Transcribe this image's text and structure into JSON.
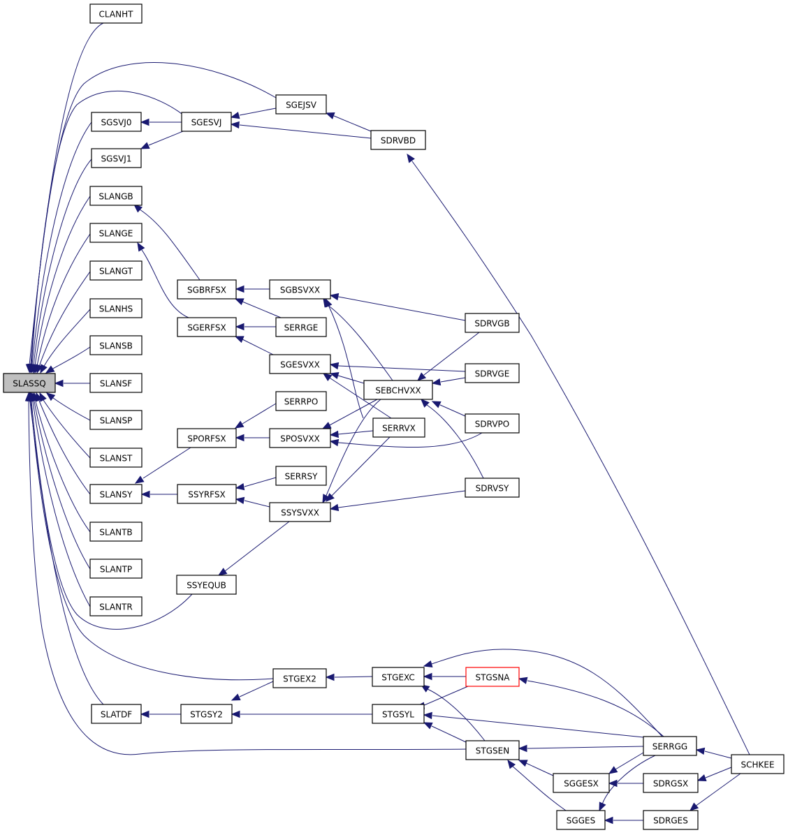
{
  "graph": {
    "root": "SLASSQ",
    "arrow_color": "#191970",
    "root_fill": "#bfbfbf",
    "highlight_stroke": "#ff0000",
    "nodes": [
      {
        "id": "SLASSQ",
        "label": "SLASSQ",
        "root": true
      },
      {
        "id": "CLANHT",
        "label": "CLANHT"
      },
      {
        "id": "SGEJSV",
        "label": "SGEJSV"
      },
      {
        "id": "SGESVJ",
        "label": "SGESVJ"
      },
      {
        "id": "SGSVJ0",
        "label": "SGSVJ0"
      },
      {
        "id": "SGSVJ1",
        "label": "SGSVJ1"
      },
      {
        "id": "SDRVBD",
        "label": "SDRVBD"
      },
      {
        "id": "SLANGB",
        "label": "SLANGB"
      },
      {
        "id": "SLANGE",
        "label": "SLANGE"
      },
      {
        "id": "SLANGT",
        "label": "SLANGT"
      },
      {
        "id": "SLANHS",
        "label": "SLANHS"
      },
      {
        "id": "SLANSB",
        "label": "SLANSB"
      },
      {
        "id": "SLANSF",
        "label": "SLANSF"
      },
      {
        "id": "SLANSP",
        "label": "SLANSP"
      },
      {
        "id": "SLANST",
        "label": "SLANST"
      },
      {
        "id": "SLANSY",
        "label": "SLANSY"
      },
      {
        "id": "SLANTB",
        "label": "SLANTB"
      },
      {
        "id": "SLANTP",
        "label": "SLANTP"
      },
      {
        "id": "SLANTR",
        "label": "SLANTR"
      },
      {
        "id": "SLATDF",
        "label": "SLATDF"
      },
      {
        "id": "SGBRFSX",
        "label": "SGBRFSX"
      },
      {
        "id": "SGERFSX",
        "label": "SGERFSX"
      },
      {
        "id": "SPORFSX",
        "label": "SPORFSX"
      },
      {
        "id": "SSYRFSX",
        "label": "SSYRFSX"
      },
      {
        "id": "SSYEQUB",
        "label": "SSYEQUB"
      },
      {
        "id": "SGBSVXX",
        "label": "SGBSVXX"
      },
      {
        "id": "SERRGE",
        "label": "SERRGE"
      },
      {
        "id": "SGESVXX",
        "label": "SGESVXX"
      },
      {
        "id": "SERRPO",
        "label": "SERRPO"
      },
      {
        "id": "SPOSVXX",
        "label": "SPOSVXX"
      },
      {
        "id": "SERRSY",
        "label": "SERRSY"
      },
      {
        "id": "SSYSVXX",
        "label": "SSYSVXX"
      },
      {
        "id": "SEBCHVXX",
        "label": "SEBCHVXX"
      },
      {
        "id": "SERRVX",
        "label": "SERRVX"
      },
      {
        "id": "SDRVGB",
        "label": "SDRVGB"
      },
      {
        "id": "SDRVGE",
        "label": "SDRVGE"
      },
      {
        "id": "SDRVPO",
        "label": "SDRVPO"
      },
      {
        "id": "SDRVSY",
        "label": "SDRVSY"
      },
      {
        "id": "STGEX2",
        "label": "STGEX2"
      },
      {
        "id": "STGSY2",
        "label": "STGSY2"
      },
      {
        "id": "STGEXC",
        "label": "STGEXC"
      },
      {
        "id": "STGSYL",
        "label": "STGSYL"
      },
      {
        "id": "STGSNA",
        "label": "STGSNA",
        "highlight": true
      },
      {
        "id": "STGSEN",
        "label": "STGSEN"
      },
      {
        "id": "SERRGG",
        "label": "SERRGG"
      },
      {
        "id": "SGGESX",
        "label": "SGGESX"
      },
      {
        "id": "SGGES",
        "label": "SGGES"
      },
      {
        "id": "SDRGSX",
        "label": "SDRGSX"
      },
      {
        "id": "SDRGES",
        "label": "SDRGES"
      },
      {
        "id": "SCHKEE",
        "label": "SCHKEE"
      }
    ]
  }
}
